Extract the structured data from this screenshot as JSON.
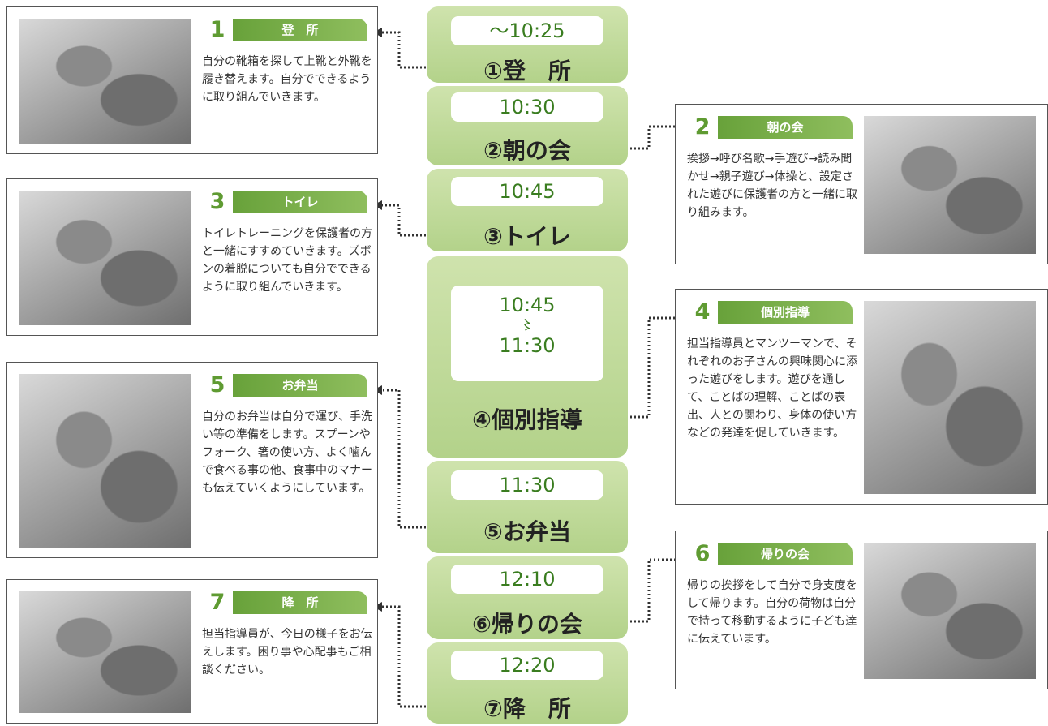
{
  "schedule": [
    {
      "time": "～10:25",
      "activity": "①登　所"
    },
    {
      "time": "10:30",
      "activity": "②朝の会"
    },
    {
      "time": "10:45",
      "activity": "③トイレ"
    },
    {
      "time_start": "10:45",
      "time_sep": "〻",
      "time_end": "11:30",
      "activity": "④個別指導"
    },
    {
      "time": "11:30",
      "activity": "⑤お弁当"
    },
    {
      "time": "12:10",
      "activity": "⑥帰りの会"
    },
    {
      "time": "12:20",
      "activity": "⑦降　所"
    }
  ],
  "cards": {
    "c1": {
      "num": "1",
      "title": "登　所",
      "text": "自分の靴箱を探して上靴と外靴を履き替えます。自分でできるように取り組んでいきます。"
    },
    "c2": {
      "num": "2",
      "title": "朝の会",
      "text": "挨拶→呼び名歌→手遊び→読み聞かせ→親子遊び→体操と、設定された遊びに保護者の方と一緒に取り組みます。"
    },
    "c3": {
      "num": "3",
      "title": "トイレ",
      "text": "トイレトレーニングを保護者の方と一緒にすすめていきます。ズボンの着脱についても自分でできるように取り組んでいきます。"
    },
    "c4": {
      "num": "4",
      "title": "個別指導",
      "text": "担当指導員とマンツーマンで、それぞれのお子さんの興味関心に添った遊びをします。遊びを通して、ことばの理解、ことばの表出、人との関わり、身体の使い方などの発達を促していきます。"
    },
    "c5": {
      "num": "5",
      "title": "お弁当",
      "text": "自分のお弁当は自分で運び、手洗い等の準備をします。スプーンやフォーク、箸の使い方、よく噛んで食べる事の他、食事中のマナーも伝えていくようにしています。"
    },
    "c6": {
      "num": "6",
      "title": "帰りの会",
      "text": "帰りの挨拶をして自分で身支度をして帰ります。自分の荷物は自分で持って移動するように子ども達に伝えています。"
    },
    "c7": {
      "num": "7",
      "title": "降　所",
      "text": "担当指導員が、今日の様子をお伝えします。困り事や心配事もご相談ください。"
    }
  },
  "colors": {
    "accent_green": "#5f9b32",
    "block_green": "#c2dc9c",
    "time_text": "#3a7d20"
  }
}
